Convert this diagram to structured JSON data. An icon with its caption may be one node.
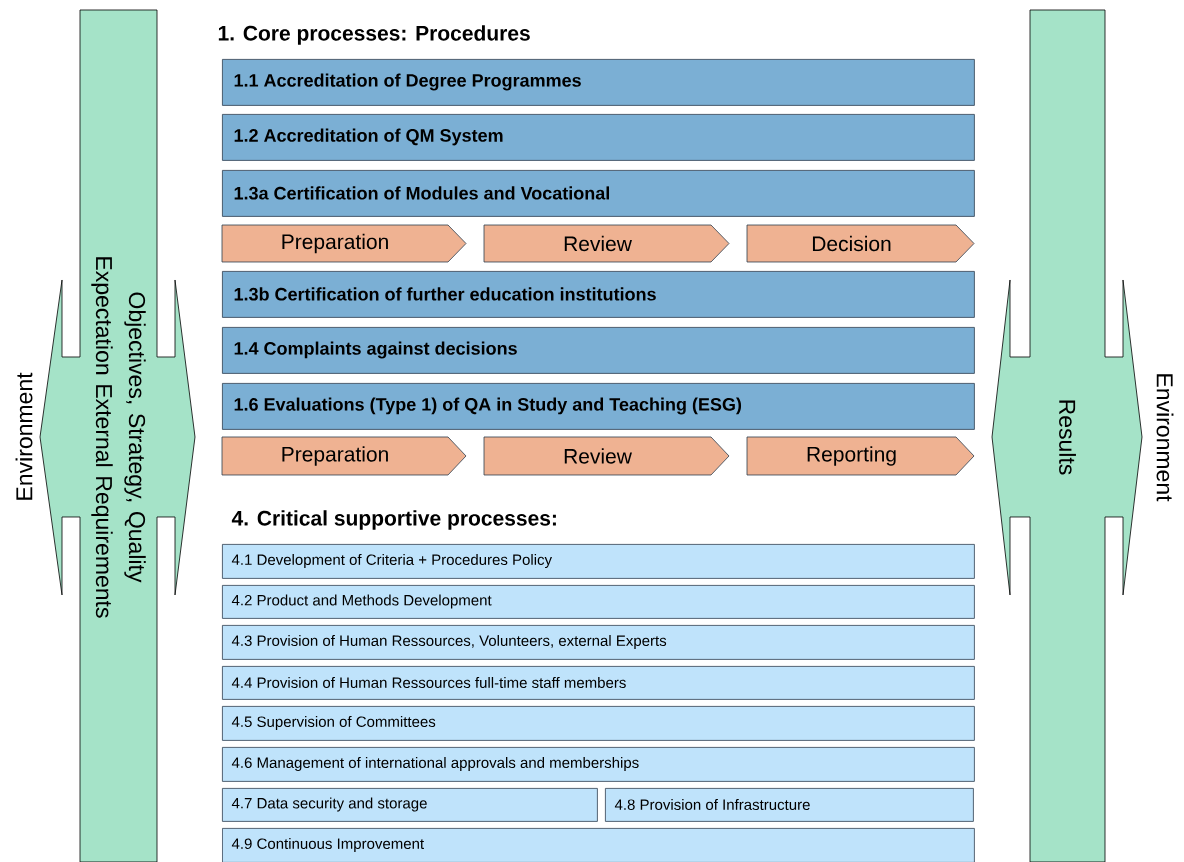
{
  "diagram": {
    "nodes": [
      {
        "text": [
          "Objectives, Strategy, Quality Expectation External Requirements"
        ]
      },
      {
        "text": [
          "1.1 Accreditation of Degree Programmes"
        ]
      },
      {
        "text": [
          "1.2 Accreditation of QM System"
        ]
      },
      {
        "text": [
          "1.3a Certification of Modules and Vocational"
        ]
      },
      {
        "text": [
          "Preparation"
        ]
      },
      {
        "text": [
          "Review"
        ]
      },
      {
        "text": [
          "Decision"
        ]
      },
      {
        "text": [
          "1.3b Certification of further education institutions"
        ]
      },
      {
        "text": [
          "1.4 Complaints against decisions"
        ]
      },
      {
        "text": [
          "1.6 Evaluations (Type 1) of QA in Study and Teaching (ESG)"
        ]
      },
      {
        "text": [
          "Preparation"
        ]
      },
      {
        "text": [
          "Review"
        ]
      },
      {
        "text": [
          "Reporting"
        ]
      },
      {
        "text": [
          "4.1 Development of Criteria + Procedures Policy"
        ]
      },
      {
        "text": [
          "4.2 Product and Methods Development"
        ]
      },
      {
        "text": [
          "4.3 Provision of Human Ressources, Volunteers, external Experts"
        ]
      },
      {
        "text": [
          "4.4 Provision of Human Ressources full-time staff members"
        ]
      },
      {
        "text": [
          "4.5 Supervision of Committees"
        ]
      },
      {
        "text": [
          "4.6 Management of international approvals and memberships"
        ]
      },
      {
        "text": [
          "4.7 Data security and storage"
        ]
      },
      {
        "text": [
          "4.8 Provision of Infrastructure"
        ]
      },
      {
        "text": [
          "4.9 Continuous Improvement"
        ]
      },
      {
        "text": [
          "Results"
        ]
      }
    ],
    "labels": [
      "Environment",
      "1. Core processes: Procedures",
      "4. Critical supportive processes:",
      "Environment"
    ]
  }
}
